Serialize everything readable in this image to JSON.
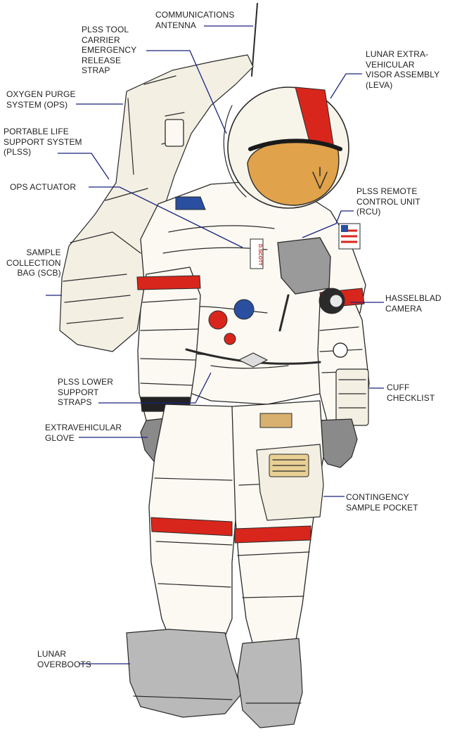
{
  "labels": {
    "communications_antenna": "COMMUNICATIONS\nANTENNA",
    "plss_tool_carrier": "PLSS TOOL\nCARRIER\nEMERGENCY\nRELEASE\nSTRAP",
    "oxygen_purge": "OXYGEN PURGE\nSYSTEM (OPS)",
    "plss": "PORTABLE LIFE\nSUPPORT SYSTEM\n(PLSS)",
    "ops_actuator": "OPS ACTUATOR",
    "sample_collection_bag": "SAMPLE\nCOLLECTION\nBAG (SCB)",
    "plss_lower_straps": "PLSS LOWER\nSUPPORT\nSTRAPS",
    "extravehicular_glove": "EXTRAVEHICULAR\nGLOVE",
    "lunar_overboots": "LUNAR\nOVERBOOTS",
    "leva": "LUNAR EXTRA-\nVEHICULAR\nVISOR ASSEMBLY\n(LEVA)",
    "plss_rcu": "PLSS REMOTE\nCONTROL UNIT\n(RCU)",
    "hasselblad": "HASSELBLAD\nCAMERA",
    "cuff_checklist": "CUFF\nCHECKLIST",
    "contingency_pocket": "CONTINGENCY\nSAMPLE POCKET"
  },
  "name_tag": "D.SCOTT",
  "colors": {
    "leader": "#1a237e",
    "stripe": "#d9261c",
    "visor_gold": "#e0a24a",
    "boot_gray": "#b9b9b9",
    "glove_gray": "#8a8a8a",
    "suit_white": "#fbf9f2"
  }
}
